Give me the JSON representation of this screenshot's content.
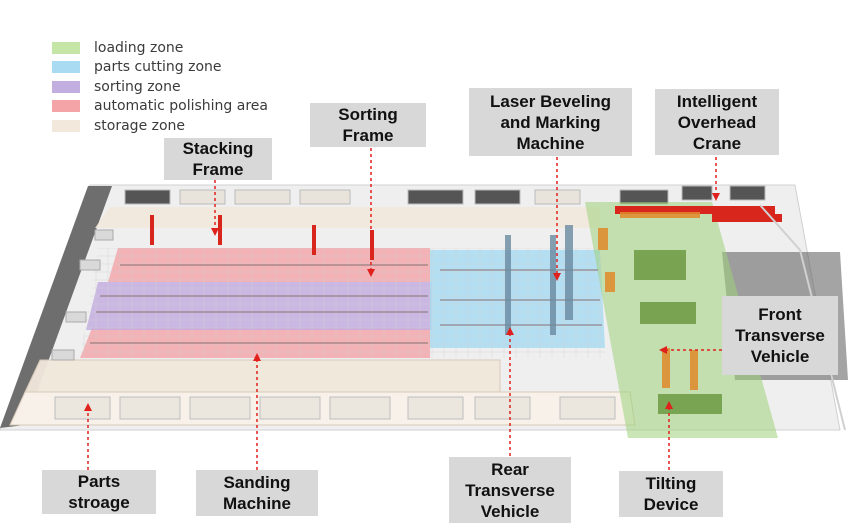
{
  "legend": [
    {
      "label": "loading zone",
      "color": "#c6e6a8"
    },
    {
      "label": "parts cutting zone",
      "color": "#a9dcf2"
    },
    {
      "label": "sorting zone",
      "color": "#c3aee0"
    },
    {
      "label": "automatic polishing area",
      "color": "#f4a3a6"
    },
    {
      "label": "storage zone",
      "color": "#f2e8dc"
    }
  ],
  "callouts": {
    "stacking_frame": [
      "Stacking",
      "Frame"
    ],
    "sorting_frame": [
      "Sorting",
      "Frame"
    ],
    "laser_beveling": [
      "Laser Beveling",
      "and Marking",
      "Machine"
    ],
    "overhead_crane": [
      "Intelligent",
      "Overhead",
      "Crane"
    ],
    "front_transverse": [
      "Front",
      "Transverse",
      "Vehicle"
    ],
    "parts_storage": [
      "Parts",
      "stroage"
    ],
    "sanding_machine": [
      "Sanding",
      "Machine"
    ],
    "rear_transverse": [
      "Rear",
      "Transverse",
      "Vehicle"
    ],
    "tilting_device": [
      "Tilting",
      "Device"
    ]
  },
  "colors": {
    "leader_line": "#e0201c",
    "label_bg": "#d8d8d8",
    "floor": "#efefef",
    "crane": "#d9261c",
    "machine_orange": "#e08a2a",
    "dark_bay": "#4a4a4a"
  }
}
